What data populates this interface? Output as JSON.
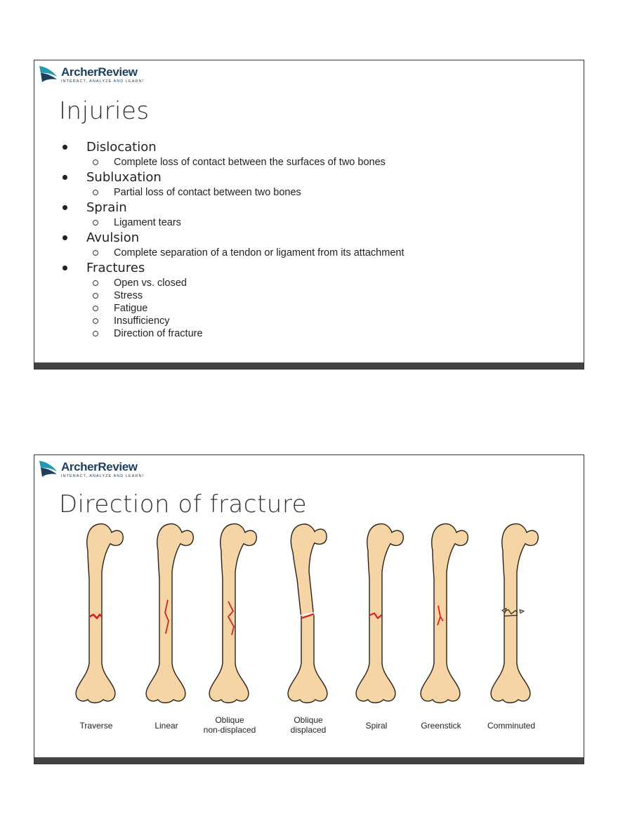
{
  "brand": {
    "name": "ArcherReview",
    "tagline": "INTERACT, ANALYZE AND LEARN!",
    "colors": {
      "teal": "#1f9ab0",
      "navy": "#1c3f5e"
    }
  },
  "slide1": {
    "title": "Injuries",
    "items": [
      {
        "label": "Dislocation",
        "subs": [
          "Complete loss of contact between the surfaces of two bones"
        ]
      },
      {
        "label": "Subluxation",
        "subs": [
          "Partial loss of contact between two bones"
        ]
      },
      {
        "label": "Sprain",
        "subs": [
          "Ligament tears"
        ]
      },
      {
        "label": "Avulsion",
        "subs": [
          "Complete separation of a tendon or ligament from its attachment"
        ]
      },
      {
        "label": "Fractures",
        "subs": [
          "Open vs. closed",
          "Stress",
          "Fatigue",
          "Insufficiency",
          "Direction of fracture"
        ]
      }
    ]
  },
  "slide2": {
    "title": "Direction of fracture",
    "bone_color": "#f5d5a6",
    "fracture_color": "#d42222",
    "figures": [
      {
        "label_line1": "Traverse",
        "label_line2": "",
        "type": "traverse"
      },
      {
        "label_line1": "Linear",
        "label_line2": "",
        "type": "linear"
      },
      {
        "label_line1": "Oblique",
        "label_line2": "non-displaced",
        "type": "oblique"
      },
      {
        "label_line1": "Oblique",
        "label_line2": "displaced",
        "type": "displaced"
      },
      {
        "label_line1": "Spiral",
        "label_line2": "",
        "type": "spiral"
      },
      {
        "label_line1": "Greenstick",
        "label_line2": "",
        "type": "greenstick"
      },
      {
        "label_line1": "Comminuted",
        "label_line2": "",
        "type": "comminuted"
      }
    ]
  }
}
